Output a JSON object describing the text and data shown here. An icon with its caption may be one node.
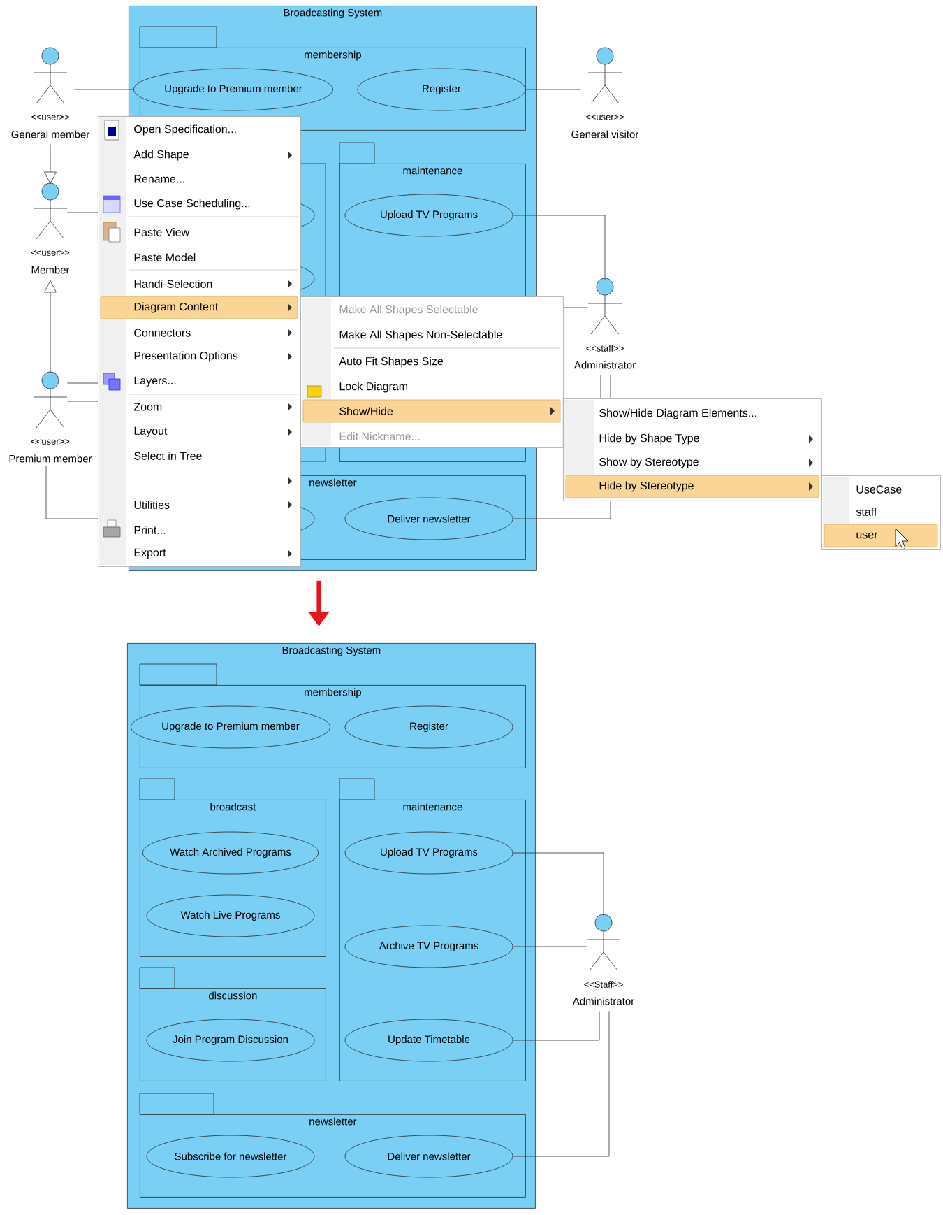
{
  "diagram": {
    "nodes": [
      {
        "text": [
          "Broadcasting System"
        ]
      },
      {
        "text": [
          "membership"
        ],
        "in": 0
      },
      {
        "text": [
          "Upgrade to Premium member"
        ],
        "in": 1
      },
      {
        "text": [
          "Register"
        ],
        "in": 1
      },
      {
        "text": [
          "<<user>>",
          "General member"
        ]
      },
      {
        "text": [
          "<<user>>",
          "General visitor"
        ]
      },
      {
        "text": [
          "maintenance"
        ],
        "in": 0
      },
      {
        "text": [
          "Upload TV Programs"
        ],
        "in": 6
      },
      {
        "text": [
          "<<user>>",
          "Member"
        ]
      },
      {
        "text": [
          "<<staff>>",
          "Administrator"
        ]
      },
      {
        "text": [
          "<<user>>",
          "Premium member"
        ]
      },
      {
        "text": [
          "newsletter"
        ],
        "in": 0
      },
      {
        "text": [
          "Deliver newsletter"
        ],
        "in": 11
      },
      {
        "text": [
          "Broadcasting System"
        ]
      },
      {
        "text": [
          "membership"
        ],
        "in": 13
      },
      {
        "text": [
          "Upgrade to Premium member"
        ],
        "in": 14
      },
      {
        "text": [
          "Register"
        ],
        "in": 14
      },
      {
        "text": [
          "broadcast"
        ],
        "in": 13
      },
      {
        "text": [
          "Watch Archived Programs"
        ],
        "in": 17
      },
      {
        "text": [
          "Watch Live Programs"
        ],
        "in": 17
      },
      {
        "text": [
          "maintenance"
        ],
        "in": 13
      },
      {
        "text": [
          "Upload TV Programs"
        ],
        "in": 20
      },
      {
        "text": [
          "Archive TV Programs"
        ],
        "in": 20
      },
      {
        "text": [
          "<<Staff>>",
          "Administrator"
        ]
      },
      {
        "text": [
          "discussion"
        ],
        "in": 13
      },
      {
        "text": [
          "Join Program Discussion"
        ],
        "in": 24
      },
      {
        "text": [
          "Update Timetable"
        ],
        "in": 20
      },
      {
        "text": [
          "newsletter"
        ],
        "in": 13
      },
      {
        "text": [
          "Subscribe for newsletter"
        ],
        "in": 27
      },
      {
        "text": [
          "Deliver newsletter"
        ],
        "in": 27
      },
      {
        "text": [],
        "shape": "box"
      },
      {
        "text": [],
        "shape": "box"
      },
      {
        "text": [],
        "shape": "box"
      },
      {
        "text": [],
        "shape": "box"
      }
    ],
    "edges": [
      {
        "from": 4,
        "to": 2,
        "arrow": "none"
      },
      {
        "from": 3,
        "to": 5,
        "arrow": "none"
      },
      {
        "from": 4,
        "to": 8,
        "arrow": "to"
      },
      {
        "from": 10,
        "to": 8,
        "arrow": "to"
      },
      {
        "from": 8,
        "to": 30,
        "arrow": "none"
      },
      {
        "from": 10,
        "to": 30,
        "arrow": "none"
      },
      {
        "from": 10,
        "to": 30,
        "arrow": "none"
      },
      {
        "from": 10,
        "to": 30,
        "arrow": "none"
      },
      {
        "from": 7,
        "to": 9,
        "arrow": "none"
      },
      {
        "from": 9,
        "to": 31,
        "arrow": "none"
      },
      {
        "from": 9,
        "to": 32,
        "arrow": "none"
      },
      {
        "from": 9,
        "to": 32,
        "arrow": "none"
      },
      {
        "from": 12,
        "to": 32,
        "arrow": "none"
      },
      {
        "from": 0,
        "to": 13,
        "arrow": "to",
        "style": "thick",
        "color": "#e8141b"
      },
      {
        "from": 21,
        "to": 23,
        "arrow": "none"
      },
      {
        "from": 22,
        "to": 23,
        "arrow": "none"
      },
      {
        "from": 26,
        "to": 23,
        "arrow": "none"
      },
      {
        "from": 29,
        "to": 23,
        "arrow": "none"
      }
    ],
    "labels": [
      "Open Specification...",
      "Add Shape",
      "Rename...",
      "Use Case Scheduling...",
      "Paste View",
      "Paste Model",
      "Handi-Selection",
      "Diagram Content",
      "Connectors",
      "Presentation Options",
      "Layers...",
      "Zoom",
      "Layout",
      "Select in Tree",
      "Utilities",
      "Print...",
      "Export",
      "Make All Shapes Selectable",
      "Make All Shapes Non-Selectable",
      "Auto Fit Shapes Size",
      "Lock Diagram",
      "Show/Hide",
      "Edit Nickname...",
      "Show/Hide Diagram Elements...",
      "Hide by Shape Type",
      "Show by Stereotype",
      "Hide by Stereotype",
      "UseCase",
      "staff",
      "user"
    ]
  }
}
